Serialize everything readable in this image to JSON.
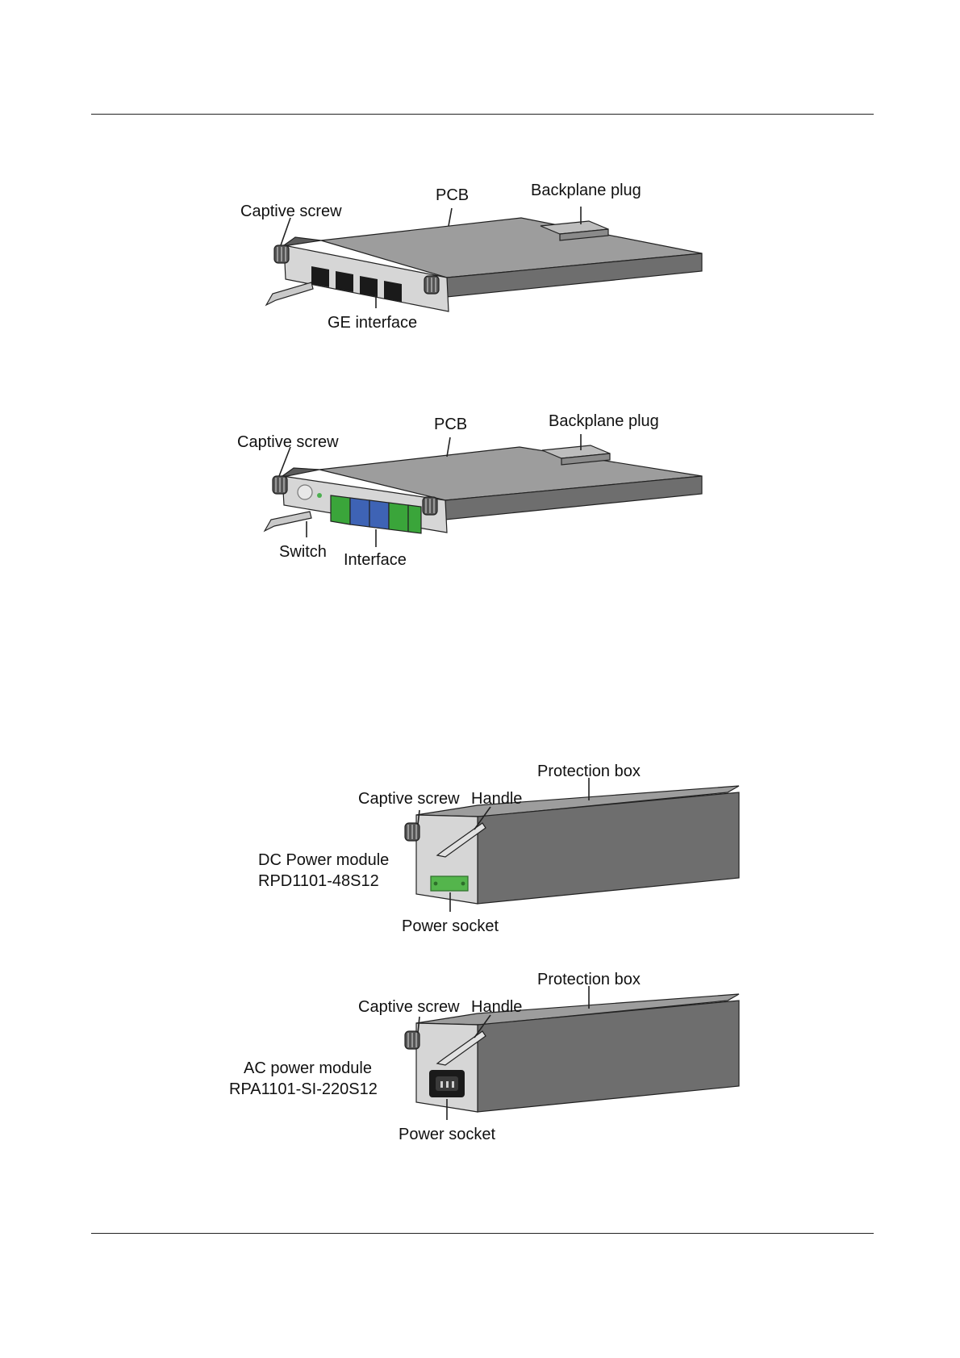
{
  "figures": [
    {
      "labels": {
        "captive_screw": "Captive screw",
        "pcb": "PCB",
        "backplane_plug": "Backplane plug",
        "ge_interface": "GE interface"
      }
    },
    {
      "labels": {
        "captive_screw": "Captive screw",
        "pcb": "PCB",
        "backplane_plug": "Backplane plug",
        "switch": "Switch",
        "interface": "Interface"
      }
    },
    {
      "labels": {
        "protection_box": "Protection box",
        "captive_screw": "Captive screw",
        "handle": "Handle",
        "module_name": "DC Power module",
        "module_model": "RPD1101-48S12",
        "power_socket": "Power socket"
      }
    },
    {
      "labels": {
        "protection_box": "Protection box",
        "captive_screw": "Captive screw",
        "handle": "Handle",
        "module_name": "AC power module",
        "module_model": "RPA1101-SI-220S12",
        "power_socket": "Power socket"
      }
    }
  ],
  "colors": {
    "module_top": "#9a9a9a",
    "module_side": "#6d6d6d",
    "faceplate": "#d8d8d8",
    "port": "#1a1a1a",
    "sfp_green": "#3aa53a",
    "sfp_blue": "#3e63b5",
    "dc_socket": "#54b54c"
  }
}
